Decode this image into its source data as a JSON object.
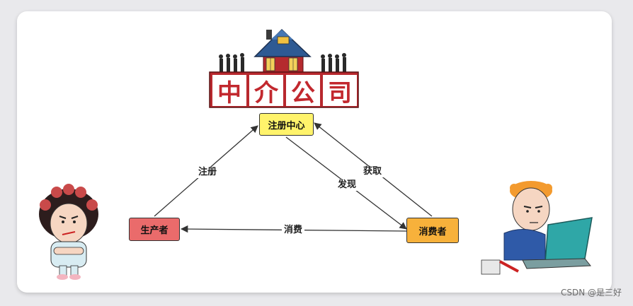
{
  "diagram": {
    "sign_text": [
      "中",
      "介",
      "公",
      "司"
    ],
    "nodes": {
      "registry": "注册中心",
      "producer": "生产者",
      "consumer": "消费者"
    },
    "edges": {
      "register": "注册",
      "discover": "发现",
      "fetch": "获取",
      "consume": "消费"
    },
    "colors": {
      "registry": "#fff36b",
      "producer": "#ea6b6b",
      "consumer": "#f7b13b",
      "sign": "#b8282e"
    }
  },
  "watermark": "CSDN @是三好"
}
